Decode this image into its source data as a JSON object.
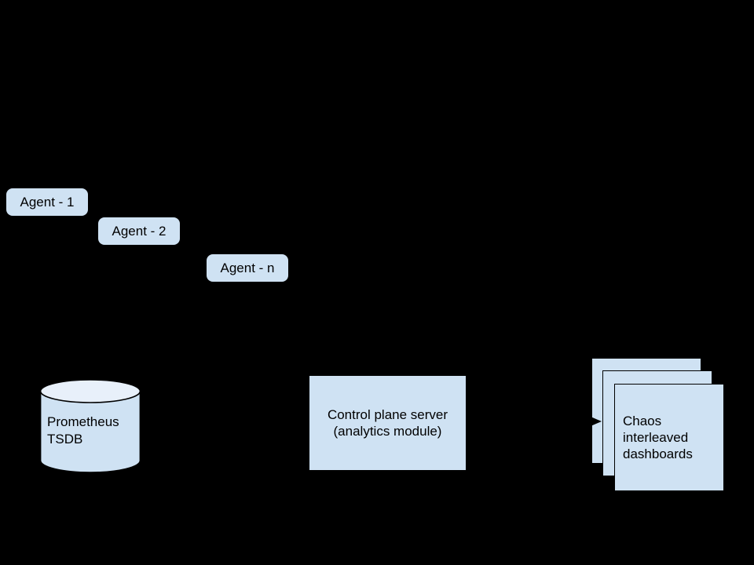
{
  "canvas": {
    "background": "#000000"
  },
  "palette": {
    "node_fill": "#cfe2f3",
    "cylinder_top_fill": "#e8f0fa",
    "outline": "#000000",
    "text_color": "#000000",
    "arrow_color": "#000000"
  },
  "agents": {
    "items": [
      {
        "label": "Agent - 1"
      },
      {
        "label": "Agent - 2"
      },
      {
        "label": "Agent - n"
      }
    ]
  },
  "prometheus": {
    "line1": "Prometheus",
    "line2": "TSDB"
  },
  "control_plane": {
    "line1": "Control plane server",
    "line2": "(analytics module)"
  },
  "dashboards": {
    "line1": "Chaos",
    "line2": "interleaved",
    "line3": "dashboards"
  }
}
